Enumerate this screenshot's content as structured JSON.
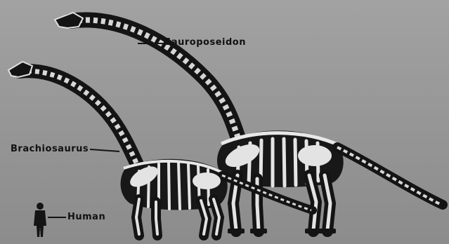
{
  "figure": {
    "labels": {
      "sauroposeidon": "Sauroposeidon",
      "brachiosaurus": "Brachiosaurus",
      "human": "Human"
    },
    "colors": {
      "background": "#9a9a9a",
      "bone": "#e3e3e3",
      "silhouette": "#141414"
    },
    "icons": [
      "human-silhouette-icon"
    ]
  }
}
